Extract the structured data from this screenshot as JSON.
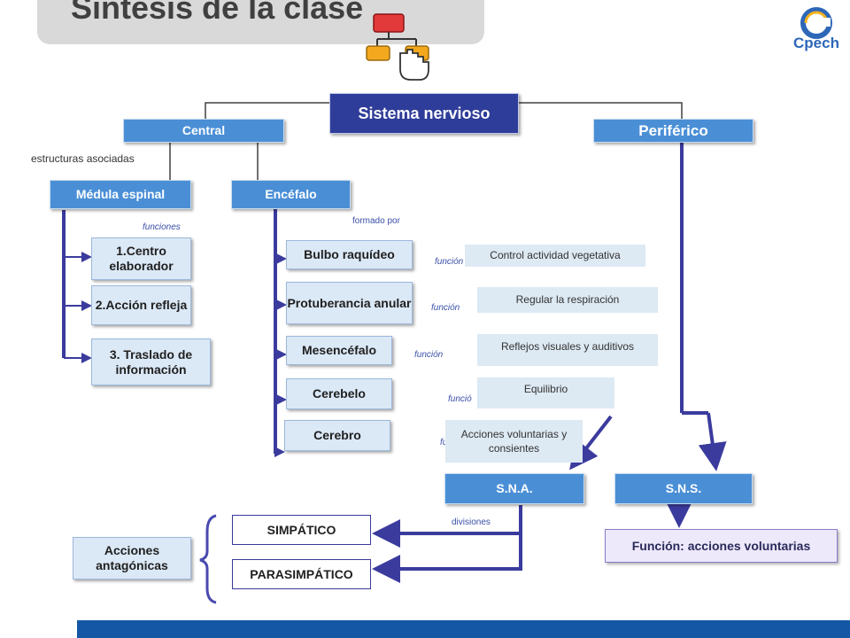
{
  "title": "Síntesis de la clase",
  "logo_text": "Cpech",
  "root": "Sistema nervioso",
  "central": "Central",
  "periferico": "Periférico",
  "assoc_label": "estructuras asociadas",
  "medula": "Médula espinal",
  "encefalo": "Encéfalo",
  "funciones_label": "funciones",
  "formado_label": "formado por",
  "medula_funciones": [
    "1.Centro elaborador",
    "2.Acción refleja",
    "3. Traslado de información"
  ],
  "encefalo_partes": [
    "Bulbo raquídeo",
    "Protuberancia anular",
    "Mesencéfalo",
    "Cerebelo",
    "Cerebro"
  ],
  "funcion_labels": [
    "función",
    "función",
    "función",
    "funció",
    "fu"
  ],
  "funciones_desc": [
    "Control actividad vegetativa",
    "Regular la respiración",
    "Reflejos visuales y auditivos",
    "Equilibrio",
    "Acciones voluntarias y consientes"
  ],
  "sna": "S.N.A.",
  "sns": "S.N.S.",
  "divisiones_label": "divisiones",
  "simpatico": "SIMPÁTICO",
  "parasimpatico": "PARASIMPÁTICO",
  "acciones_antagonicas": "Acciones antagónicas",
  "sns_funcion": "Función: acciones voluntarias",
  "colors": {
    "line": "#3b3b9e",
    "title_bar": "#d9d9d9",
    "footer": "#1457a5",
    "blue_node": "#4a8fd6",
    "navy_node": "#2e3d99"
  }
}
